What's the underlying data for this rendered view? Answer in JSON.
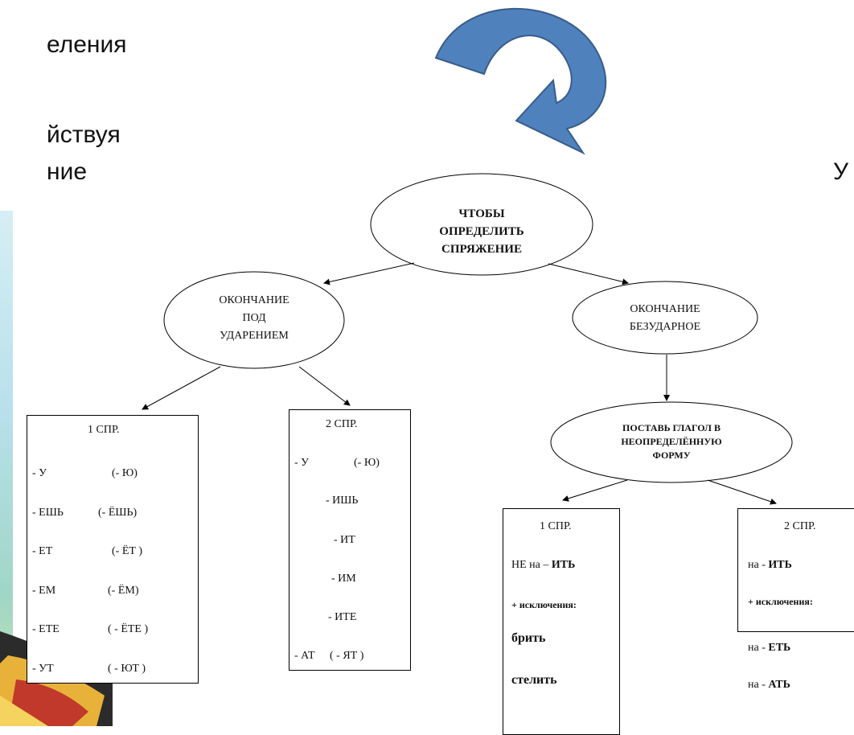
{
  "slide": {
    "line1": "еления",
    "line2": "йствуя",
    "line3": "ние",
    "right_fragment": "У"
  },
  "root": {
    "line1": "ЧТОБЫ",
    "line2": "ОПРЕДЕЛИТЬ",
    "line3": "СПРЯЖЕНИЕ"
  },
  "stressed": {
    "line1": "ОКОНЧАНИЕ",
    "line2": "ПОД",
    "line3": "УДАРЕНИЕМ"
  },
  "unstressed": {
    "line1": "ОКОНЧАНИЕ",
    "line2": "БЕЗУДАРНОЕ"
  },
  "infinitive": {
    "line1": "ПОСТАВЬ ГЛАГОЛ В",
    "line2": "НЕОПРЕДЕЛЁННУЮ",
    "line3": "ФОРМУ"
  },
  "box_first_stressed": {
    "title": "1 СПР.",
    "rows": [
      {
        "ending": "- У",
        "alt": "(- Ю)"
      },
      {
        "ending": "- ЕШЬ",
        "alt": "(- ЁШЬ)"
      },
      {
        "ending": "- ЕТ",
        "alt": "(- ЁТ )"
      },
      {
        "ending": "- ЕМ",
        "alt": "(- ЁМ)"
      },
      {
        "ending": "- ЕТЕ",
        "alt": "( - ЁТЕ )"
      },
      {
        "ending": "- УТ",
        "alt": "( - ЮТ )"
      }
    ]
  },
  "box_second_stressed": {
    "title": "2 СПР.",
    "row1_ending": "- У",
    "row1_alt": "(- Ю)",
    "rows": [
      "- ИШЬ",
      "- ИТ",
      "- ИМ",
      "- ИТЕ"
    ],
    "last_ending": "- АТ",
    "last_alt": "( - ЯТ )"
  },
  "box_first_unstressed": {
    "title": "1 СПР.",
    "rule_prefix": "НЕ на –",
    "rule_ending": "ИТЬ",
    "exceptions_label": "+ исключения:",
    "exceptions": [
      "брить",
      "стелить"
    ]
  },
  "box_second_unstressed": {
    "title": "2 СПР.",
    "rule_prefix": "на -",
    "rule_ending": "ИТЬ",
    "exceptions_label": "+ исключения:",
    "ex1_prefix": "на -",
    "ex1_ending": "ЕТЬ",
    "ex2_prefix": "на -",
    "ex2_ending": "АТЬ"
  },
  "colors": {
    "arrow": "#4f81bd",
    "arrow_border": "#385d8a",
    "ink": "#000000"
  }
}
